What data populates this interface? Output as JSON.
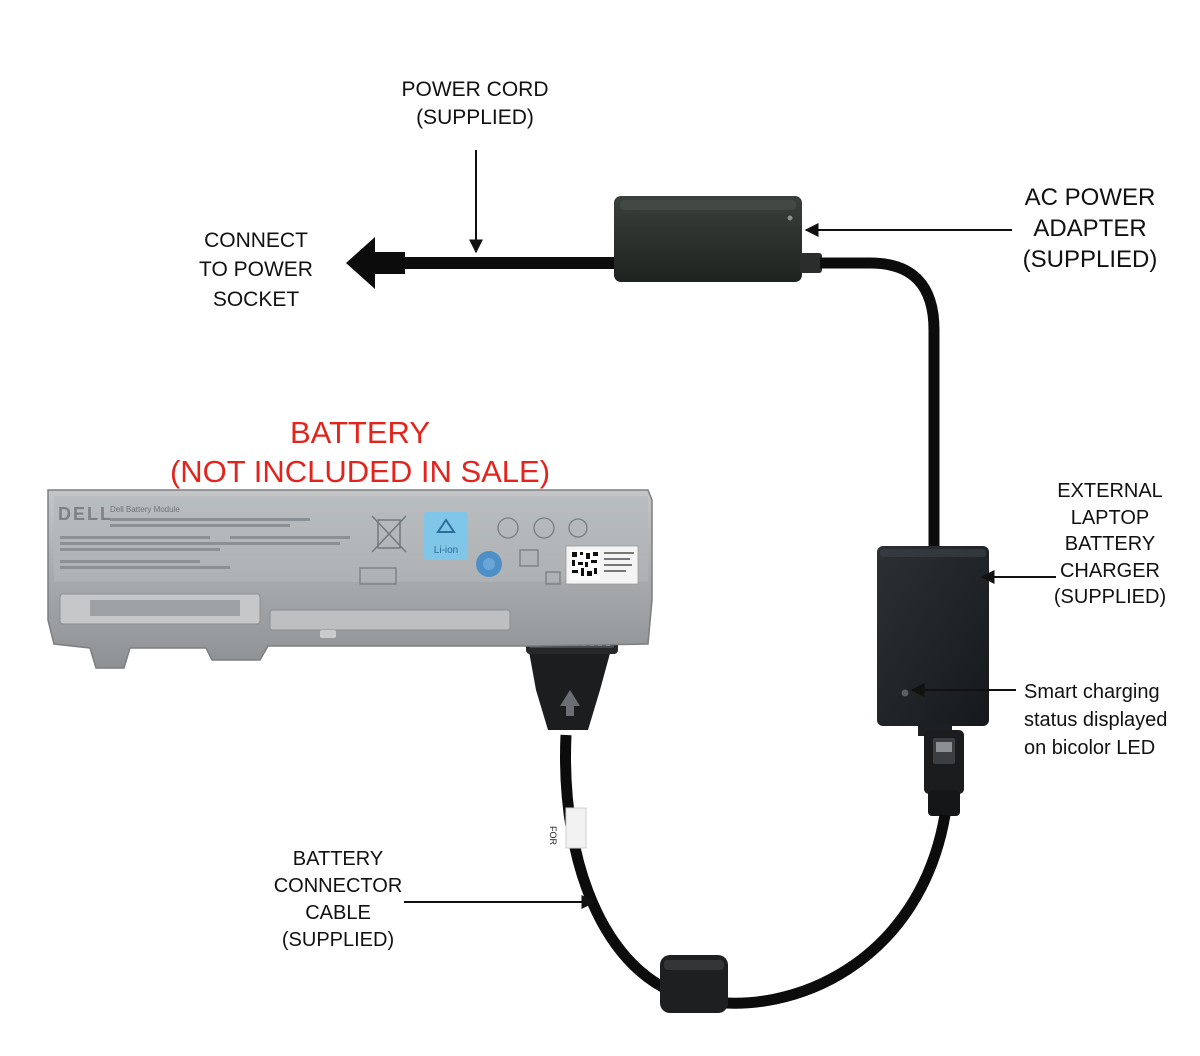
{
  "labels": {
    "power_cord": [
      "POWER CORD",
      "(SUPPLIED)"
    ],
    "power_socket": [
      "CONNECT",
      "TO POWER",
      "SOCKET"
    ],
    "ac_adapter": [
      "AC POWER",
      "ADAPTER",
      "(SUPPLIED)"
    ],
    "battery": [
      "BATTERY",
      "(NOT INCLUDED IN SALE)"
    ],
    "charger": [
      "EXTERNAL",
      "LAPTOP",
      "BATTERY",
      "CHARGER",
      "(SUPPLIED)"
    ],
    "led_status": [
      "Smart charging",
      "status displayed",
      "on bicolor LED"
    ],
    "connector_cable": [
      "BATTERY",
      "CONNECTOR",
      "CABLE",
      "(SUPPLIED)"
    ]
  },
  "battery_print": {
    "brand": "DELL",
    "type": "Li-ion",
    "module": "Dell Battery Module",
    "cable_tag": "FOR"
  },
  "colors": {
    "label_text": "#111111",
    "battery_label": "#e3241c",
    "battery_body": "#a9acae",
    "cable": "#0c0c0c",
    "adapter": "#2b2f2c",
    "charger": "#22262a",
    "recycle_badge": "#7fc6e8"
  }
}
